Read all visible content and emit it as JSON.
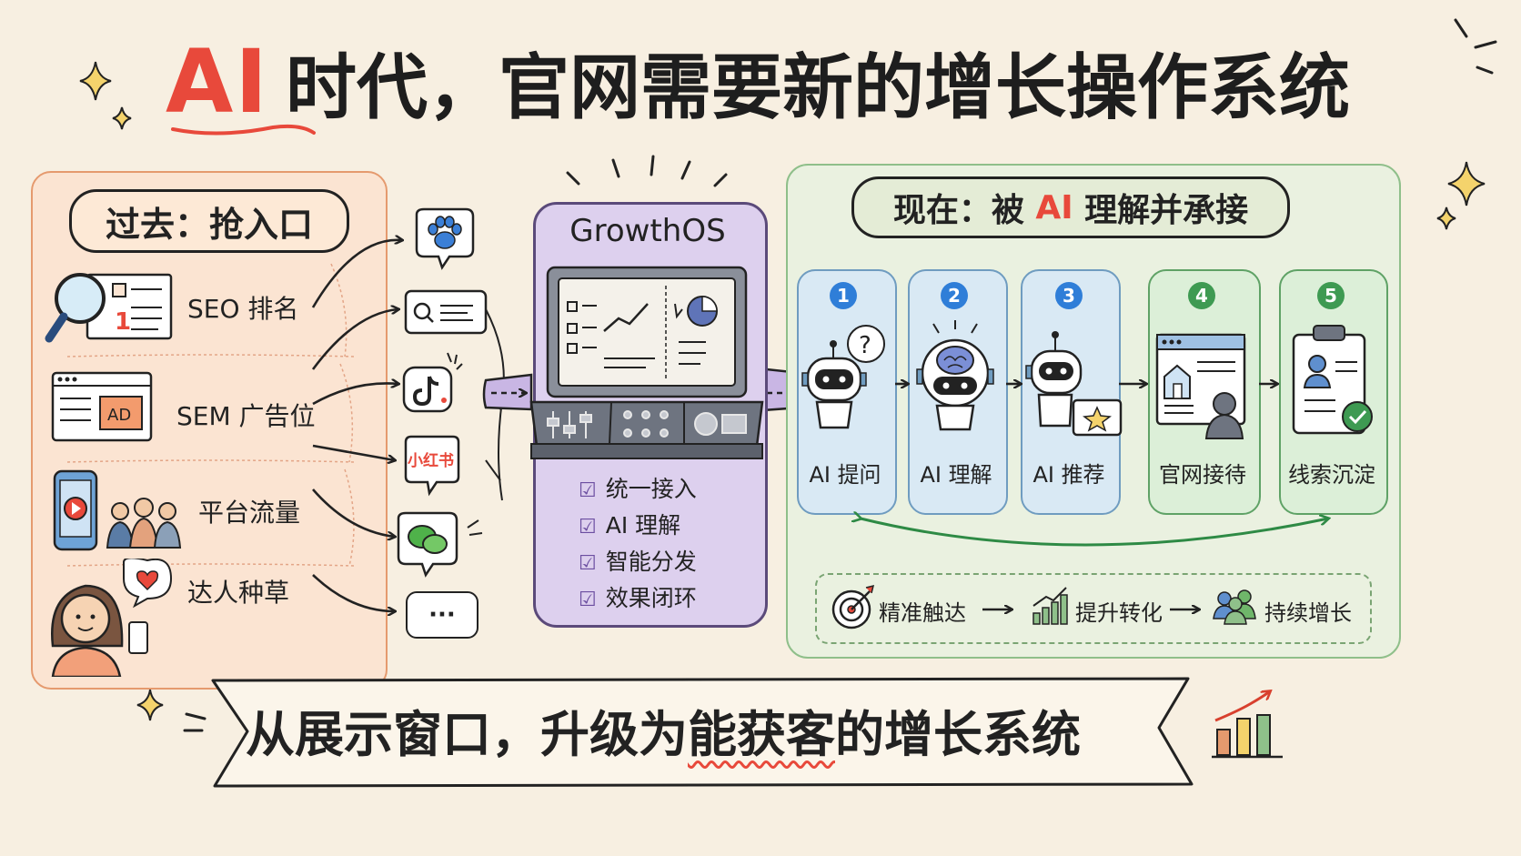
{
  "title": {
    "ai": "AI",
    "rest": "时代，官网需要新的增长操作系统"
  },
  "past": {
    "heading": "过去：抢入口",
    "items": [
      {
        "label": "SEO 排名",
        "icon": "magnifier-doc-icon"
      },
      {
        "label": "SEM 广告位",
        "icon": "ad-window-icon"
      },
      {
        "label": "平台流量",
        "icon": "phone-people-icon"
      },
      {
        "label": "达人种草",
        "icon": "influencer-icon"
      }
    ],
    "ad_text": "AD",
    "rank_text": "1"
  },
  "channels": {
    "icons": [
      "baidu-paw-icon",
      "search-bar-icon",
      "tiktok-icon",
      "xiaohongshu-icon",
      "wechat-icon",
      "more-icon"
    ],
    "xiaohongshu_text": "小红书",
    "more_text": "···"
  },
  "growthos": {
    "title": "GrowthOS",
    "features": [
      "统一接入",
      "AI 理解",
      "智能分发",
      "效果闭环"
    ]
  },
  "now": {
    "heading_prefix": "现在：被 ",
    "heading_ai": "AI",
    "heading_suffix": " 理解并承接",
    "steps": [
      {
        "num": "1",
        "label": "AI 提问",
        "icon": "robot-question-icon"
      },
      {
        "num": "2",
        "label": "AI 理解",
        "icon": "robot-brain-icon"
      },
      {
        "num": "3",
        "label": "AI 推荐",
        "icon": "robot-star-icon"
      },
      {
        "num": "4",
        "label": "官网接待",
        "icon": "website-visitor-icon"
      },
      {
        "num": "5",
        "label": "线索沉淀",
        "icon": "clipboard-check-icon"
      }
    ],
    "outcomes": [
      {
        "label": "精准触达",
        "icon": "target-icon"
      },
      {
        "label": "提升转化",
        "icon": "bar-growth-icon"
      },
      {
        "label": "持续增长",
        "icon": "people-group-icon"
      }
    ],
    "question_mark": "?"
  },
  "bottom": {
    "prefix": "从展示窗口，升级为",
    "highlight": "能获客",
    "suffix": "的增长系统"
  },
  "colors": {
    "background": "#f7efe1",
    "past_panel": "#fbe4d2",
    "past_border": "#e59a6e",
    "now_panel": "#eaf1e0",
    "now_border": "#8fbf8a",
    "os_panel": "#ddd0ee",
    "os_border": "#5b4a7a",
    "accent_red": "#e8493b",
    "blue_step": "#d9e9f4",
    "green_step": "#dcefd8",
    "blue_badge": "#2f7ed8",
    "green_badge": "#3e9a52"
  }
}
